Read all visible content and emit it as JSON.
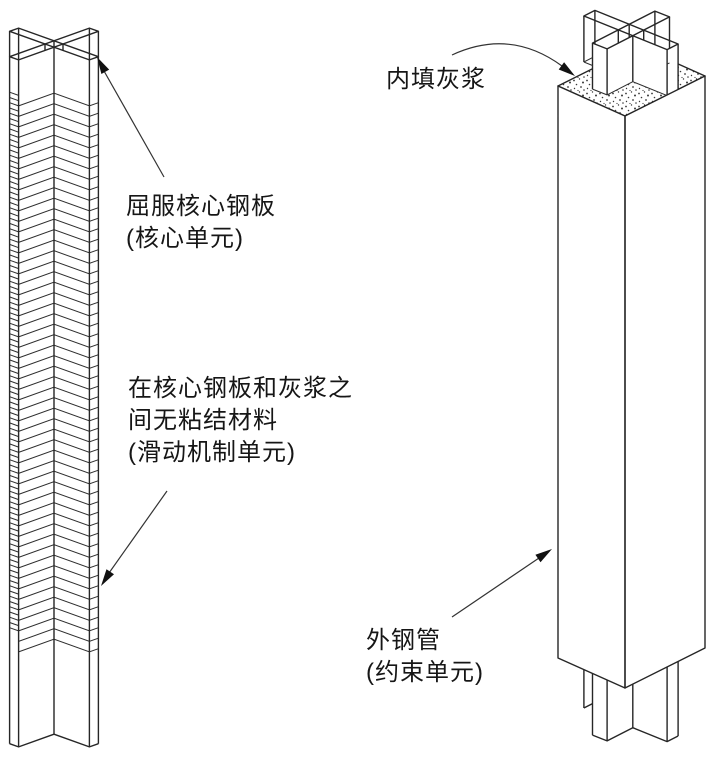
{
  "page": {
    "background": "#ffffff",
    "line_color": "#262626",
    "text_color": "#161616"
  },
  "labels": {
    "core_plate_line1": "屈服核心钢板",
    "core_plate_line2": "(核心单元)",
    "unbonded_line1": "在核心钢板和灰浆之",
    "unbonded_line2": "间无粘结材料",
    "unbonded_line3": "(滑动机制单元)",
    "grout": "内填灰浆",
    "tube_line1": "外钢管",
    "tube_line2": "(约束单元)"
  }
}
